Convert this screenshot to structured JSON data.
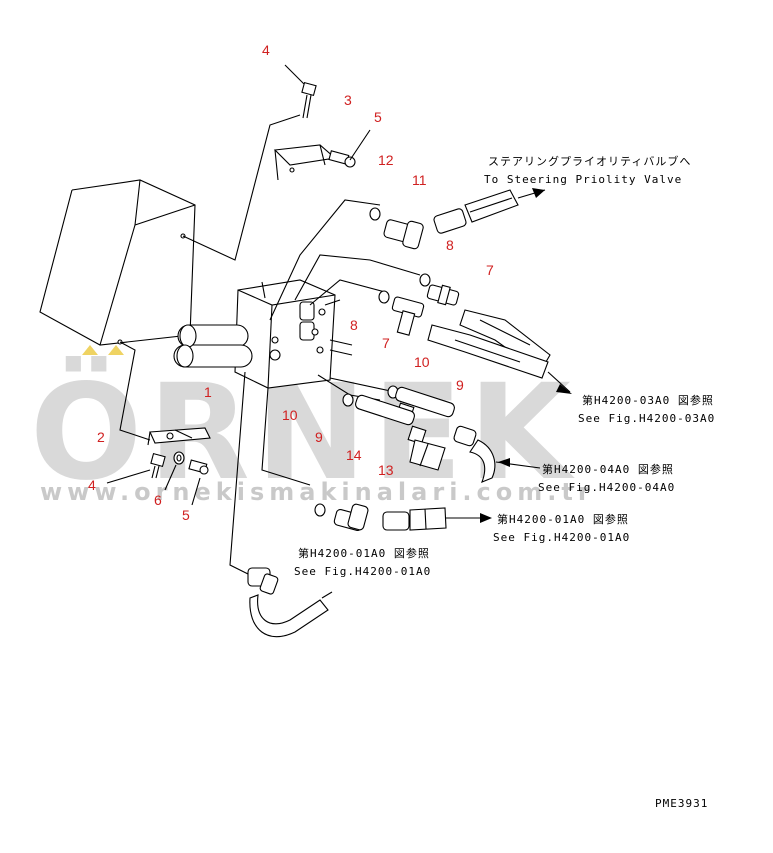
{
  "watermark": {
    "brand": "ÖRNEK",
    "url": "www.ornekismakinalari.com.tr"
  },
  "part_numbers": {
    "p1": "1",
    "p2": "2",
    "p3": "3",
    "p4a": "4",
    "p4b": "4",
    "p5a": "5",
    "p5b": "5",
    "p6": "6",
    "p7a": "7",
    "p7b": "7",
    "p8a": "8",
    "p8b": "8",
    "p9a": "9",
    "p9b": "9",
    "p10a": "10",
    "p10b": "10",
    "p11": "11",
    "p12": "12",
    "p13": "13",
    "p14": "14"
  },
  "references": {
    "steering_jp": "ステアリングプライオリティバルブへ",
    "steering_en": "To Steering Priolity Valve",
    "h4200_03_jp": "第H4200-03A0 図参照",
    "h4200_03_en": "See Fig.H4200-03A0",
    "h4200_04_jp": "第H4200-04A0 図参照",
    "h4200_04_en": "See Fig.H4200-04A0",
    "h4200_01_right_jp": "第H4200-01A0 図参照",
    "h4200_01_right_en": "See Fig.H4200-01A0",
    "h4200_01_left_jp": "第H4200-01A0 図参照",
    "h4200_01_left_en": "See Fig.H4200-01A0"
  },
  "drawing_code": "PME3931",
  "colors": {
    "callout": "#d02020",
    "watermark": "#8a8a8a",
    "watermark_accent": "#e8c020"
  }
}
